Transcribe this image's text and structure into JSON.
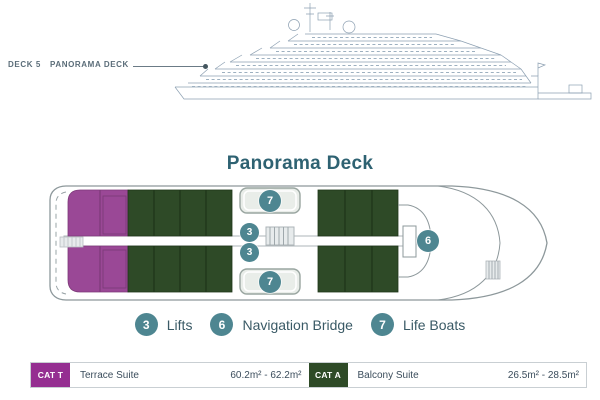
{
  "header": {
    "deck_number": "DECK 5",
    "deck_name": "PANORAMA DECK"
  },
  "plan": {
    "title": "Panorama Deck",
    "markers": {
      "lift": "3",
      "bridge": "6",
      "lifeboat": "7"
    }
  },
  "legend": {
    "items": [
      {
        "number": "3",
        "label": "Lifts"
      },
      {
        "number": "6",
        "label": "Navigation Bridge"
      },
      {
        "number": "7",
        "label": "Life Boats"
      }
    ]
  },
  "footer": {
    "categories": [
      {
        "code": "CAT T",
        "name": "Terrace Suite",
        "size": "60.2m² - 62.2m²",
        "color": "#952f91"
      },
      {
        "code": "CAT A",
        "name": "Balcony Suite",
        "size": "26.5m² - 28.5m²",
        "color": "#2e4a27"
      }
    ]
  },
  "colors": {
    "marker_teal": "#4e8691",
    "cabin_purple": "#9a4896",
    "cabin_green": "#2e4a27",
    "title_teal": "#2e6272",
    "label_grey": "#5b6d79",
    "hull_outline": "#8d989b",
    "ship_drawing_line": "#8da0b2"
  }
}
